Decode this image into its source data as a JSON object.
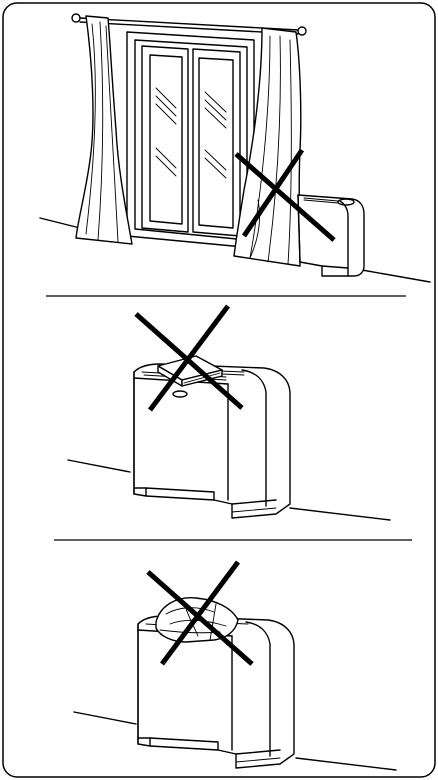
{
  "figure": {
    "panels": [
      {
        "id": "curtain-panel",
        "prohibited": true,
        "mark": "cross-mark"
      },
      {
        "id": "object-on-top-panel",
        "prohibited": true,
        "mark": "cross-mark"
      },
      {
        "id": "cloth-on-top-panel",
        "prohibited": true,
        "mark": "cross-mark"
      }
    ],
    "colors": {
      "line": "#000000",
      "background": "#ffffff",
      "frame": "#000000"
    }
  }
}
